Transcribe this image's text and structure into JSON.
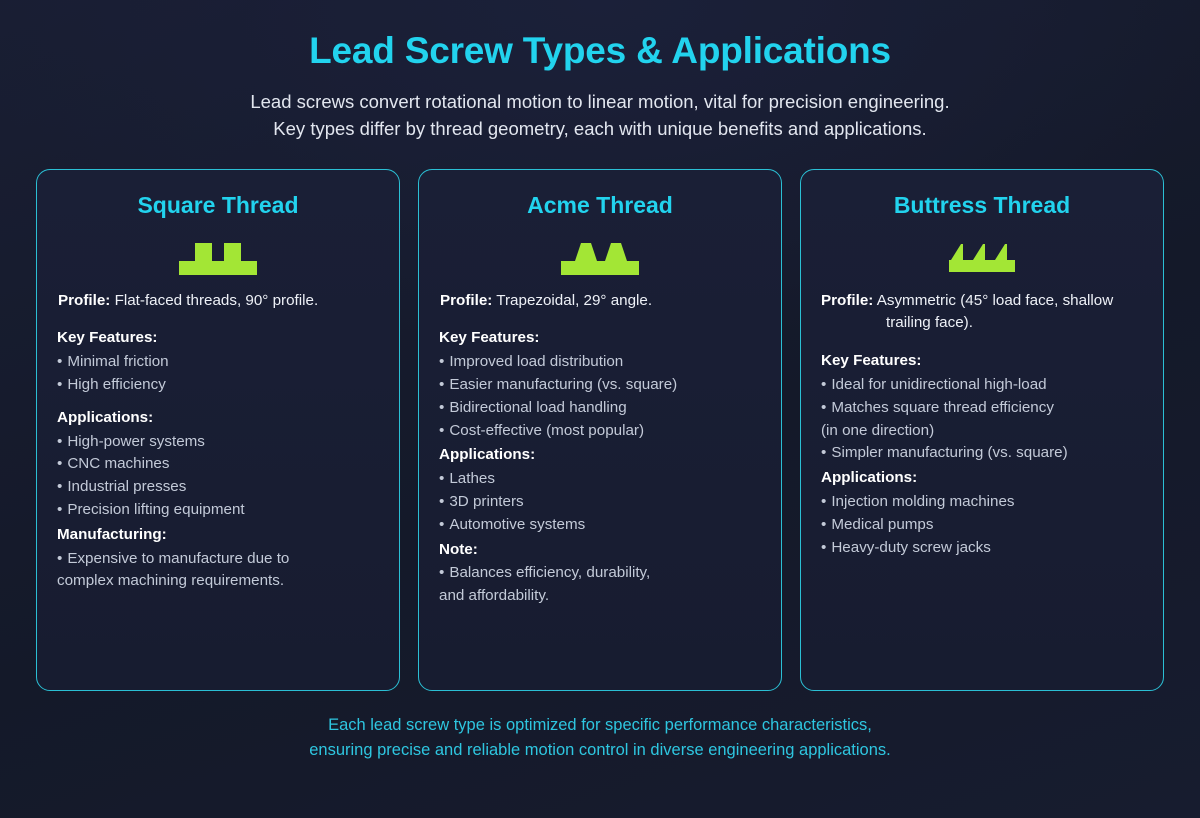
{
  "header": {
    "title": "Lead Screw Types & Applications",
    "subtitle_line1": "Lead screws convert rotational motion to linear motion, vital for precision engineering.",
    "subtitle_line2": "Key types differ by thread geometry, each with unique benefits and applications."
  },
  "colors": {
    "page_background": "#161b2e",
    "card_background": "#181d33",
    "card_border": "#2bbfd4",
    "title_accent": "#22d3ee",
    "icon_green": "#a3e635",
    "body_text": "#c3cad8",
    "heading_text": "#ffffff",
    "footer_text": "#2ec6e0"
  },
  "cards": [
    {
      "title": "Square Thread",
      "icon_name": "square-thread-profile-icon",
      "profile_label": "Profile:",
      "profile_text": "Flat-faced threads, 90° profile.",
      "sections": [
        {
          "heading": "Key Features:",
          "items": [
            "Minimal friction",
            "High efficiency"
          ]
        },
        {
          "heading": "Applications:",
          "items": [
            "High-power systems",
            "CNC machines",
            "Industrial presses",
            "Precision lifting equipment"
          ]
        },
        {
          "heading": "Manufacturing:",
          "items": [
            "Expensive to manufacture due to",
            "complex machining requirements."
          ]
        }
      ]
    },
    {
      "title": "Acme Thread",
      "icon_name": "acme-thread-profile-icon",
      "profile_label": "Profile:",
      "profile_text": "Trapezoidal, 29° angle.",
      "sections": [
        {
          "heading": "Key Features:",
          "items": [
            "Improved load distribution",
            "Easier manufacturing (vs. square)",
            "Bidirectional load handling",
            "Cost-effective (most popular)"
          ]
        },
        {
          "heading": "Applications:",
          "items": [
            "Lathes",
            "3D printers",
            "Automotive systems"
          ]
        },
        {
          "heading": "Note:",
          "items": [
            "Balances efficiency, durability,",
            "and affordability."
          ]
        }
      ]
    },
    {
      "title": "Buttress Thread",
      "icon_name": "buttress-thread-profile-icon",
      "profile_label": "Profile:",
      "profile_text": "Asymmetric (45° load face, shallow trailing face).",
      "sections": [
        {
          "heading": "Key Features:",
          "items": [
            "Ideal for unidirectional high-load",
            "Matches square thread efficiency",
            "(in one direction)",
            "Simpler manufacturing (vs. square)"
          ]
        },
        {
          "heading": "Applications:",
          "items": [
            "Injection molding machines",
            "Medical pumps",
            "Heavy-duty screw jacks"
          ]
        }
      ]
    }
  ],
  "footer": {
    "line1": "Each lead screw type is optimized for specific performance characteristics,",
    "line2": "ensuring precise and reliable motion control in diverse engineering applications."
  }
}
